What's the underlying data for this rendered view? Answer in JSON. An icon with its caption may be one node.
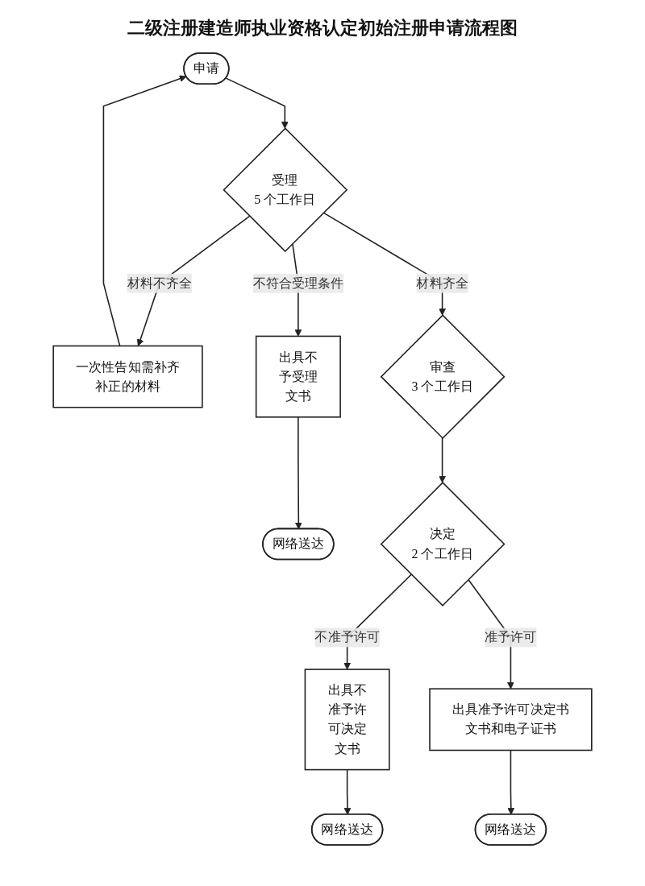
{
  "diagram": {
    "title": "二级注册建造师执业资格认定初始注册申请流程图",
    "nodes": [
      {
        "text": [
          "申请"
        ]
      },
      {
        "text": [
          "一次性告知需补齐补正的材料"
        ]
      },
      {
        "text": [
          "受理",
          "5 个工作日"
        ]
      },
      {
        "text": [
          "出具不予受理文书"
        ]
      },
      {
        "text": [
          "网络送达"
        ]
      },
      {
        "text": [
          "审查",
          "3 个工作日"
        ]
      },
      {
        "text": [
          "决定",
          "2 个工作日"
        ]
      },
      {
        "text": [
          "出具不准予许可决定文书"
        ]
      },
      {
        "text": [
          "网络送达"
        ]
      },
      {
        "text": [
          "出具准予许可决定书文书和电子证书"
        ]
      },
      {
        "text": [
          "网络送达"
        ]
      }
    ],
    "edges": [
      {
        "from": 0,
        "to": 2,
        "arrow": "to"
      },
      {
        "from": 2,
        "to": 1,
        "arrow": "to",
        "label": "材料不齐全"
      },
      {
        "from": 1,
        "to": 0,
        "arrow": "to"
      },
      {
        "from": 2,
        "to": 3,
        "arrow": "to",
        "label": "不符合受理条件"
      },
      {
        "from": 3,
        "to": 4,
        "arrow": "to"
      },
      {
        "from": 2,
        "to": 5,
        "arrow": "to",
        "label": "材料齐全"
      },
      {
        "from": 5,
        "to": 6,
        "arrow": "to"
      },
      {
        "from": 6,
        "to": 7,
        "arrow": "to",
        "label": "不准予许可"
      },
      {
        "from": 7,
        "to": 8,
        "arrow": "to"
      },
      {
        "from": 6,
        "to": 9,
        "arrow": "to",
        "label": "准予许可"
      },
      {
        "from": 9,
        "to": 10,
        "arrow": "to"
      }
    ]
  }
}
